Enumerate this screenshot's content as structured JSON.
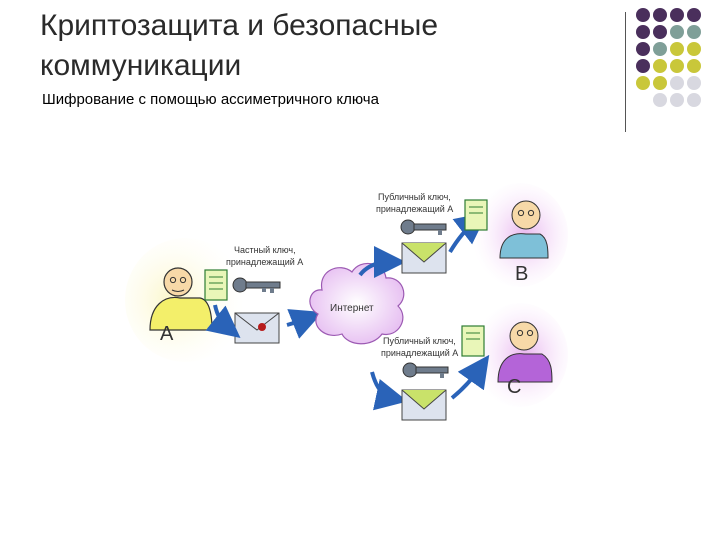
{
  "slide": {
    "title": "Криптозащита и безопасные коммуникации",
    "subtitle": "Шифрование с помощью ассиметричного ключа"
  },
  "decoration": {
    "dot_grid": [
      [
        "#4a2f5c",
        "#4a2f5c",
        "#4a2f5c",
        "#4a2f5c"
      ],
      [
        "#4a2f5c",
        "#4a2f5c",
        "#7f9f98",
        "#7f9f98"
      ],
      [
        "#4a2f5c",
        "#7f9f98",
        "#c9c73a",
        "#c9c73a"
      ],
      [
        "#4a2f5c",
        "#c9c73a",
        "#c9c73a",
        "#c9c73a"
      ],
      [
        "#c9c73a",
        "#c9c73a",
        "#d8d8e0",
        "#d8d8e0"
      ],
      [
        "#ffffff",
        "#d8d8e0",
        "#d8d8e0",
        "#d8d8e0"
      ]
    ]
  },
  "diagram": {
    "person_a_label": "A",
    "person_b_label": "B",
    "person_c_label": "C",
    "private_key_line1": "Частный ключ,",
    "private_key_line2": "принадлежащий A",
    "public_key_b_line1": "Публичный ключ,",
    "public_key_b_line2": "принадлежащий A",
    "public_key_c_line1": "Публичный ключ,",
    "public_key_c_line2": "принадлежащий A",
    "cloud_label": "Интернет"
  }
}
